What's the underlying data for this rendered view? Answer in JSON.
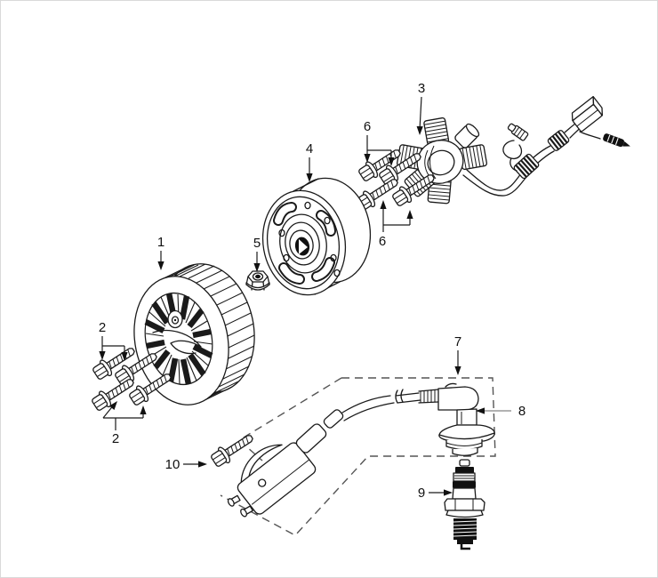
{
  "page": {
    "background": "#ffffff",
    "border_color": "#d9d9d9"
  },
  "diagram": {
    "type": "exploded-parts-line-drawing",
    "line_color": "#1a1a1a",
    "leader_gray": "#999999",
    "callouts": [
      {
        "number": "1",
        "part": "fan-wheel"
      },
      {
        "number": "2",
        "part": "fan-bolts-upper-pair"
      },
      {
        "number": "2",
        "part": "fan-bolts-lower-pair"
      },
      {
        "number": "3",
        "part": "stator-coil-and-harness"
      },
      {
        "number": "4",
        "part": "flywheel-rotor"
      },
      {
        "number": "5",
        "part": "flange-nut"
      },
      {
        "number": "6",
        "part": "stator-bolts-upper-pair"
      },
      {
        "number": "6",
        "part": "stator-bolts-lower-pair"
      },
      {
        "number": "7",
        "part": "ignition-coil-assembly-boundary"
      },
      {
        "number": "8",
        "part": "spark-plug-cap"
      },
      {
        "number": "9",
        "part": "spark-plug"
      },
      {
        "number": "10",
        "part": "ignition-coil-bolt"
      }
    ]
  }
}
